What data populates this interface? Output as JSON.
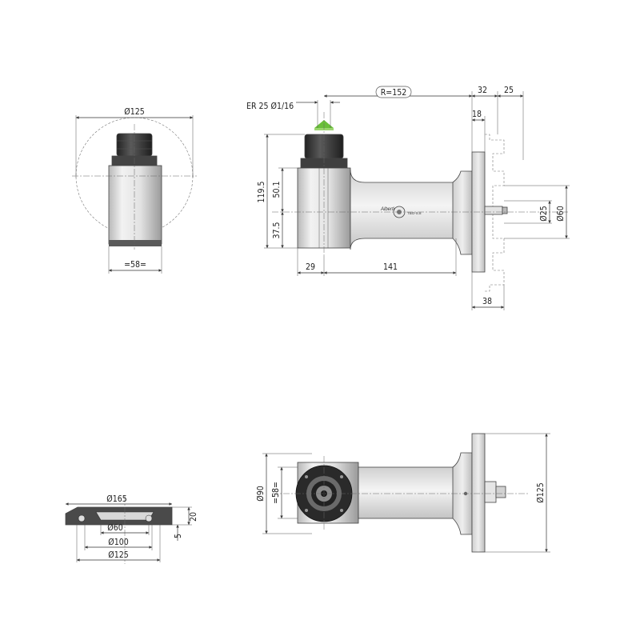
{
  "views": {
    "front": {
      "dia_outer": "Ø125",
      "width": "=58="
    },
    "side": {
      "collet": "ER 25 Ø1/16",
      "radius": "R=152",
      "dim_32": "32",
      "dim_25": "25",
      "dim_18": "18",
      "height_total": "119.5",
      "height_upper": "50.1",
      "height_lower": "37.5",
      "dia_25": "Ø25",
      "dia_60": "Ø60",
      "len_29": "29",
      "len_141": "141",
      "dim_38": "38",
      "brand": "Alberti",
      "model": "TBO-S.8"
    },
    "flange": {
      "dia_165": "Ø165",
      "dia_60": "Ø60",
      "dia_100": "Ø100",
      "dia_125": "Ø125",
      "thickness": "20",
      "step": "5"
    },
    "top": {
      "dia_90": "Ø90",
      "width": "=58=",
      "dia_125": "Ø125"
    }
  },
  "colors": {
    "body_light": "#f2f2f2",
    "body_mid": "#d4d4d4",
    "dark_nut": "#3a3a3a",
    "direction_arrow": "#6abf3a"
  }
}
